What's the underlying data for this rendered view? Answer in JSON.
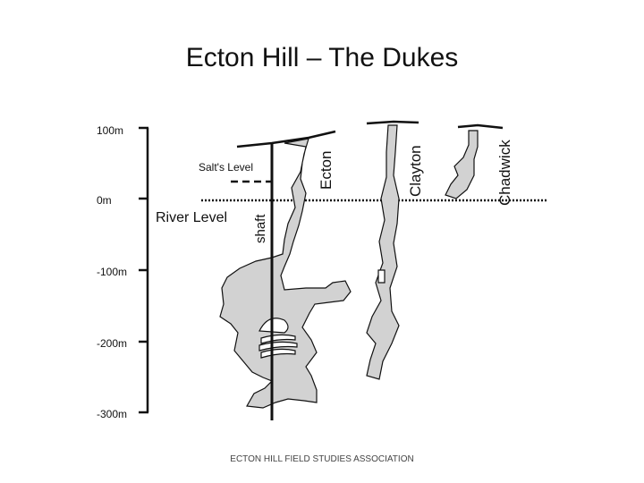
{
  "slide": {
    "title": "Ecton Hill – The Dukes",
    "footer": "ECTON HILL FIELD STUDIES ASSOCIATION"
  },
  "diagram": {
    "depth_scale": [
      "100m",
      "0m",
      "-100m",
      "-200m",
      "-300m"
    ],
    "levels": {
      "salts_level": "Salt's Level",
      "river_level": "River Level"
    },
    "shaft_label": "shaft",
    "mines": [
      "Ecton",
      "Clayton",
      "Chadwick"
    ],
    "colors": {
      "workings_fill": "#d2d2d2",
      "line": "#111111"
    }
  }
}
